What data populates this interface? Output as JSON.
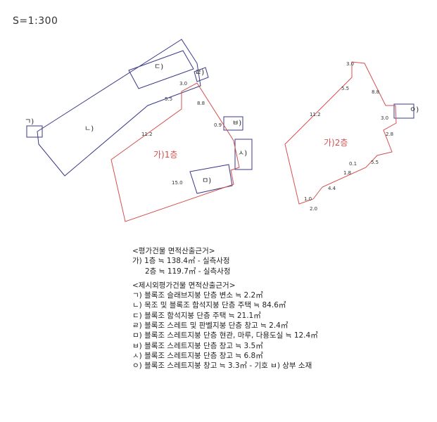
{
  "scale_label": "S=1:300",
  "floor1": {
    "label": "가)1층",
    "dims": [
      "3.0",
      "5.5",
      "8.8",
      "11.2",
      "15.0",
      "0.9"
    ]
  },
  "floor2": {
    "label": "가)2층",
    "dims": [
      "3.0",
      "5.5",
      "8.8",
      "11.2",
      "3.0",
      "2.8",
      "5.5",
      "0.1",
      "1.8",
      "4.4",
      "1.0",
      "2.0"
    ]
  },
  "outbuildings": {
    "a": "ㄱ)",
    "b": "ㄴ)",
    "c": "ㄷ)",
    "d": "ㄹ)",
    "e": "ㅁ)",
    "f": "ㅂ)",
    "g": "ㅅ)",
    "h": "ㅇ)"
  },
  "notes": {
    "heading1": "<평가건물 면적산출근거>",
    "line1": "가) 1층 ≒ 138.4㎡ - 실측사정",
    "line2": "2층 ≒ 119.7㎡ - 실측사정",
    "heading2": "<제시외평가건물 면적산출근거>",
    "items": [
      "ㄱ) 블록조 슬래브지붕 단층 변소 ≒ 2.2㎡",
      "ㄴ) 목조 및 블록조 함석지붕 단층 주택 ≒ 84.6㎡",
      "ㄷ) 블록조 함석지붕 단층 주택 ≒ 21.1㎡",
      "ㄹ) 블록조 스레트 및 판벨지붕 단층 창고 ≒ 2.4㎡",
      "ㅁ) 블록조 스레트지붕 단층 현관, 마루, 다용도실 ≒ 12.4㎡",
      "ㅂ) 블록조 스레트지붕 단층 창고 ≒ 3.5㎡",
      "ㅅ) 블록조 스레트지붕 단층 창고 ≒ 6.8㎡",
      "ㅇ) 블록조 스레트지붕 창고 ≒ 3.3㎡ - 기호 ㅂ) 상부 소재"
    ]
  },
  "colors": {
    "main_building": "#d45050",
    "outbuilding": "#3a3a8a",
    "text": "#222222"
  }
}
